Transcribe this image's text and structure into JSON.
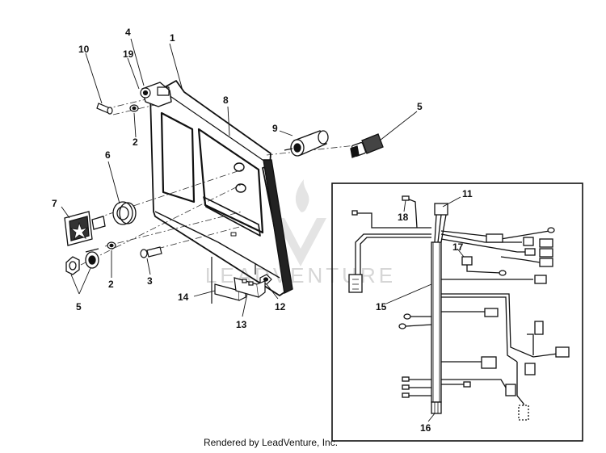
{
  "watermark": {
    "text": "LEADVENTURE"
  },
  "callouts": {
    "c1": "1",
    "c2a": "2",
    "c2b": "2",
    "c3": "3",
    "c4": "4",
    "c5a": "5",
    "c5b": "5",
    "c6": "6",
    "c7": "7",
    "c8": "8",
    "c9": "9",
    "c10": "10",
    "c11": "11",
    "c12": "12",
    "c13": "13",
    "c14": "14",
    "c15": "15",
    "c16": "16",
    "c17": "17",
    "c18": "18",
    "c19": "19"
  },
  "footer": {
    "text": "Rendered by LeadVenture, Inc."
  }
}
